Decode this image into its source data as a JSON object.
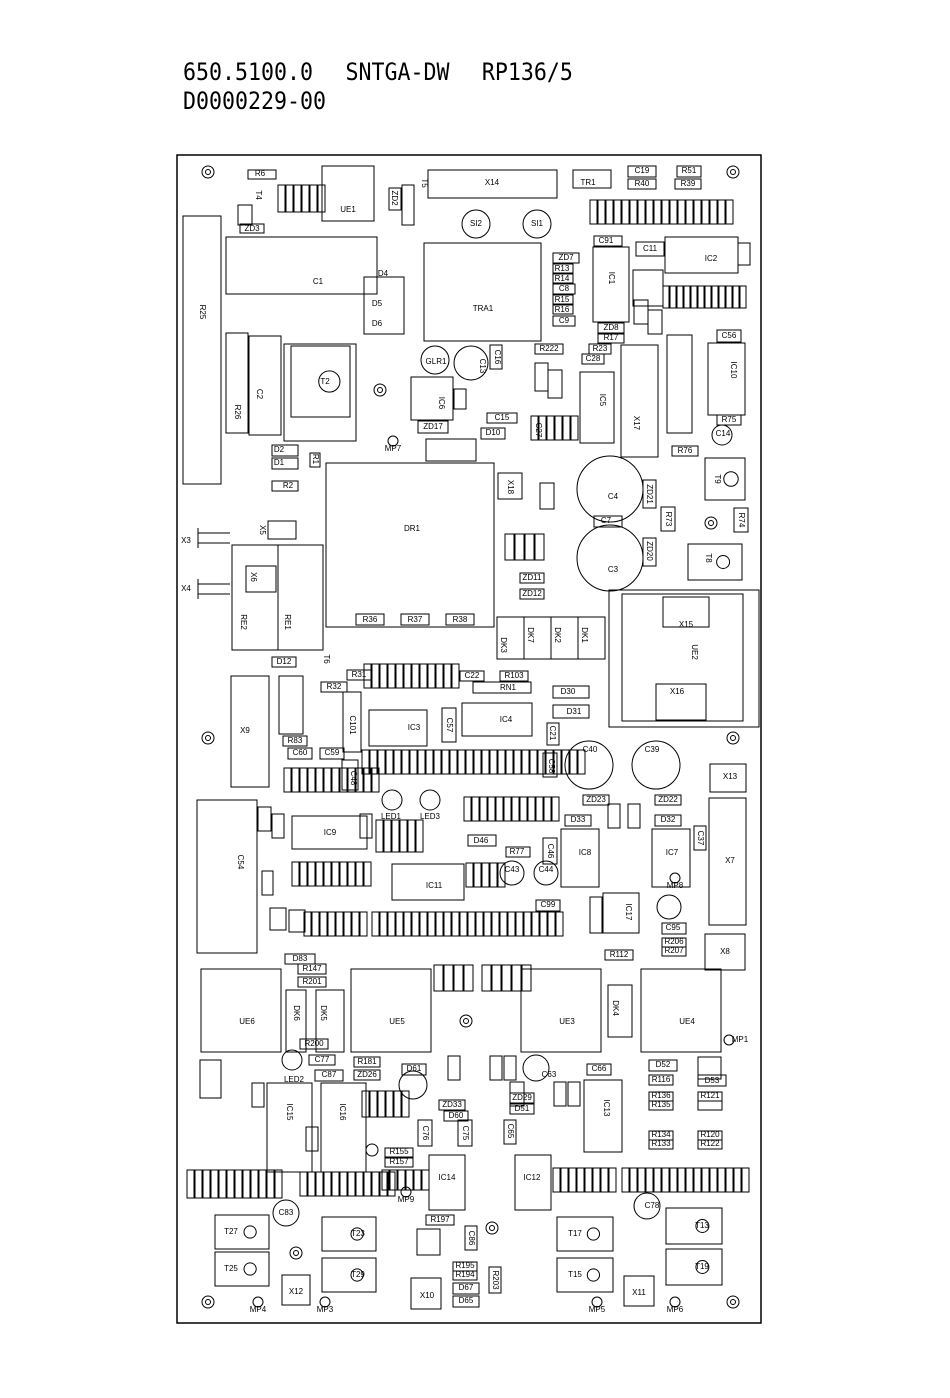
{
  "header": {
    "part_number": "650.5100.0",
    "board_name": "SNTGA-DW",
    "revision": "RP136/5",
    "drawing_number": "D0000229-00"
  },
  "components": {
    "ue1": "UE1",
    "x14": "X14",
    "tr1": "TR1",
    "c19": "C19",
    "r51": "R51",
    "r40": "R40",
    "r39": "R39",
    "r6": "R6",
    "t4": "T4",
    "zd3": "ZD3",
    "t5": "T5",
    "zd2": "ZD2",
    "si2": "SI2",
    "si1": "SI1",
    "c1": "C1",
    "d4": "D4",
    "d5": "D5",
    "d6": "D6",
    "tra1": "TRA1",
    "r25": "R25",
    "c91": "C91",
    "c11": "C11",
    "ic1": "IC1",
    "ic2": "IC2",
    "zd7": "ZD7",
    "r13": "R13",
    "r14": "R14",
    "c8": "C8",
    "r15": "R15",
    "r16": "R16",
    "c9": "C9",
    "zd8": "ZD8",
    "r17": "R17",
    "r23": "R23",
    "c28": "C28",
    "r222": "R222",
    "c56": "C56",
    "ic10": "IC10",
    "r75": "R75",
    "c14": "C14",
    "r76": "R76",
    "t9": "T9",
    "t2": "T2",
    "c2": "C2",
    "r26": "R26",
    "glr1": "GLR1",
    "c16": "C16",
    "c13": "C13",
    "ic6": "IC6",
    "c15": "C15",
    "zd17": "ZD17",
    "d10": "D10",
    "ic5": "IC5",
    "x17": "X17",
    "c27": "C27",
    "d2": "D2",
    "d1": "D1",
    "r2": "R2",
    "r1": "R1",
    "dr1": "DR1",
    "x18": "X18",
    "c4": "C4",
    "c7": "C7",
    "c3": "C3",
    "zd21": "ZD21",
    "zd20": "ZD20",
    "r73": "R73",
    "r74": "R74",
    "t8": "T8",
    "x3": "X3",
    "x4": "X4",
    "x5": "X5",
    "x6": "X6",
    "re2": "RE2",
    "re1": "RE1",
    "r36": "R36",
    "r37": "R37",
    "r38": "R38",
    "zd11": "ZD11",
    "zd12": "ZD12",
    "dk3": "DK3",
    "dk7": "DK7",
    "dk2": "DK2",
    "dk1": "DK1",
    "x15": "X15",
    "ue2": "UE2",
    "x16": "X16",
    "d12": "D12",
    "t6": "T6",
    "r31": "R31",
    "r32": "R32",
    "c22": "C22",
    "r103": "R103",
    "rn1": "RN1",
    "d30": "D30",
    "d31": "D31",
    "c101": "C101",
    "ic3": "IC3",
    "ic4": "IC4",
    "c57": "C57",
    "c21": "C21",
    "x9": "X9",
    "r83": "R83",
    "c60": "C60",
    "c59": "C59",
    "c48": "C48",
    "c58": "C58",
    "c40": "C40",
    "c39": "C39",
    "x13": "X13",
    "zd23": "ZD23",
    "zd22": "ZD22",
    "c54": "C54",
    "led1": "LED1",
    "led3": "LED3",
    "ic9": "IC9",
    "d33": "D33",
    "d32": "D32",
    "ic8": "IC8",
    "ic7": "IC7",
    "c37": "C37",
    "x7": "X7",
    "d46": "D46",
    "r77": "R77",
    "c46": "C46",
    "c43": "C43",
    "c44": "C44",
    "ic11": "IC11",
    "c99": "C99",
    "ic17": "IC17",
    "c95": "C95",
    "r206": "R206",
    "r207": "R207",
    "r112": "R112",
    "x8": "X8",
    "d83": "D83",
    "r147": "R147",
    "r201": "R201",
    "ue6": "UE6",
    "dk6": "DK6",
    "dk5": "DK5",
    "ue5": "UE5",
    "ue3": "UE3",
    "dk4": "DK4",
    "ue4": "UE4",
    "r200": "R200",
    "c77": "C77",
    "r181": "R181",
    "zd26": "ZD26",
    "c87": "C87",
    "led2": "LED2",
    "d61": "D61",
    "c63": "C63",
    "c66": "C66",
    "d52": "D52",
    "d53": "D53",
    "r116": "R116",
    "r136": "R136",
    "r135": "R135",
    "r121": "R121",
    "ic15": "IC15",
    "ic16": "IC16",
    "ic13": "IC13",
    "d60": "D60",
    "d51": "D51",
    "zd33": "ZD33",
    "zd29": "ZD29",
    "r134": "R134",
    "r133": "R133",
    "r120": "R120",
    "r122": "R122",
    "ic14": "IC14",
    "ic12": "IC12",
    "c75": "C75",
    "c76": "C76",
    "c65": "C65",
    "r155": "R155",
    "r157": "R157",
    "c83": "C83",
    "c78": "C78",
    "r197": "R197",
    "t27": "T27",
    "t25": "T25",
    "t23": "T23",
    "t29": "T29",
    "t17": "T17",
    "t15": "T15",
    "t13": "T13",
    "t19": "T19",
    "x12": "X12",
    "x10": "X10",
    "x11": "X11",
    "r195": "R195",
    "r194": "R194",
    "d67": "D67",
    "d65": "D65",
    "r203": "R203",
    "c86": "C86",
    "mp1": "MP1",
    "mp3": "MP3",
    "mp4": "MP4",
    "mp5": "MP5",
    "mp6": "MP6",
    "mp7": "MP7",
    "mp8": "MP8",
    "mp9": "MP9"
  }
}
